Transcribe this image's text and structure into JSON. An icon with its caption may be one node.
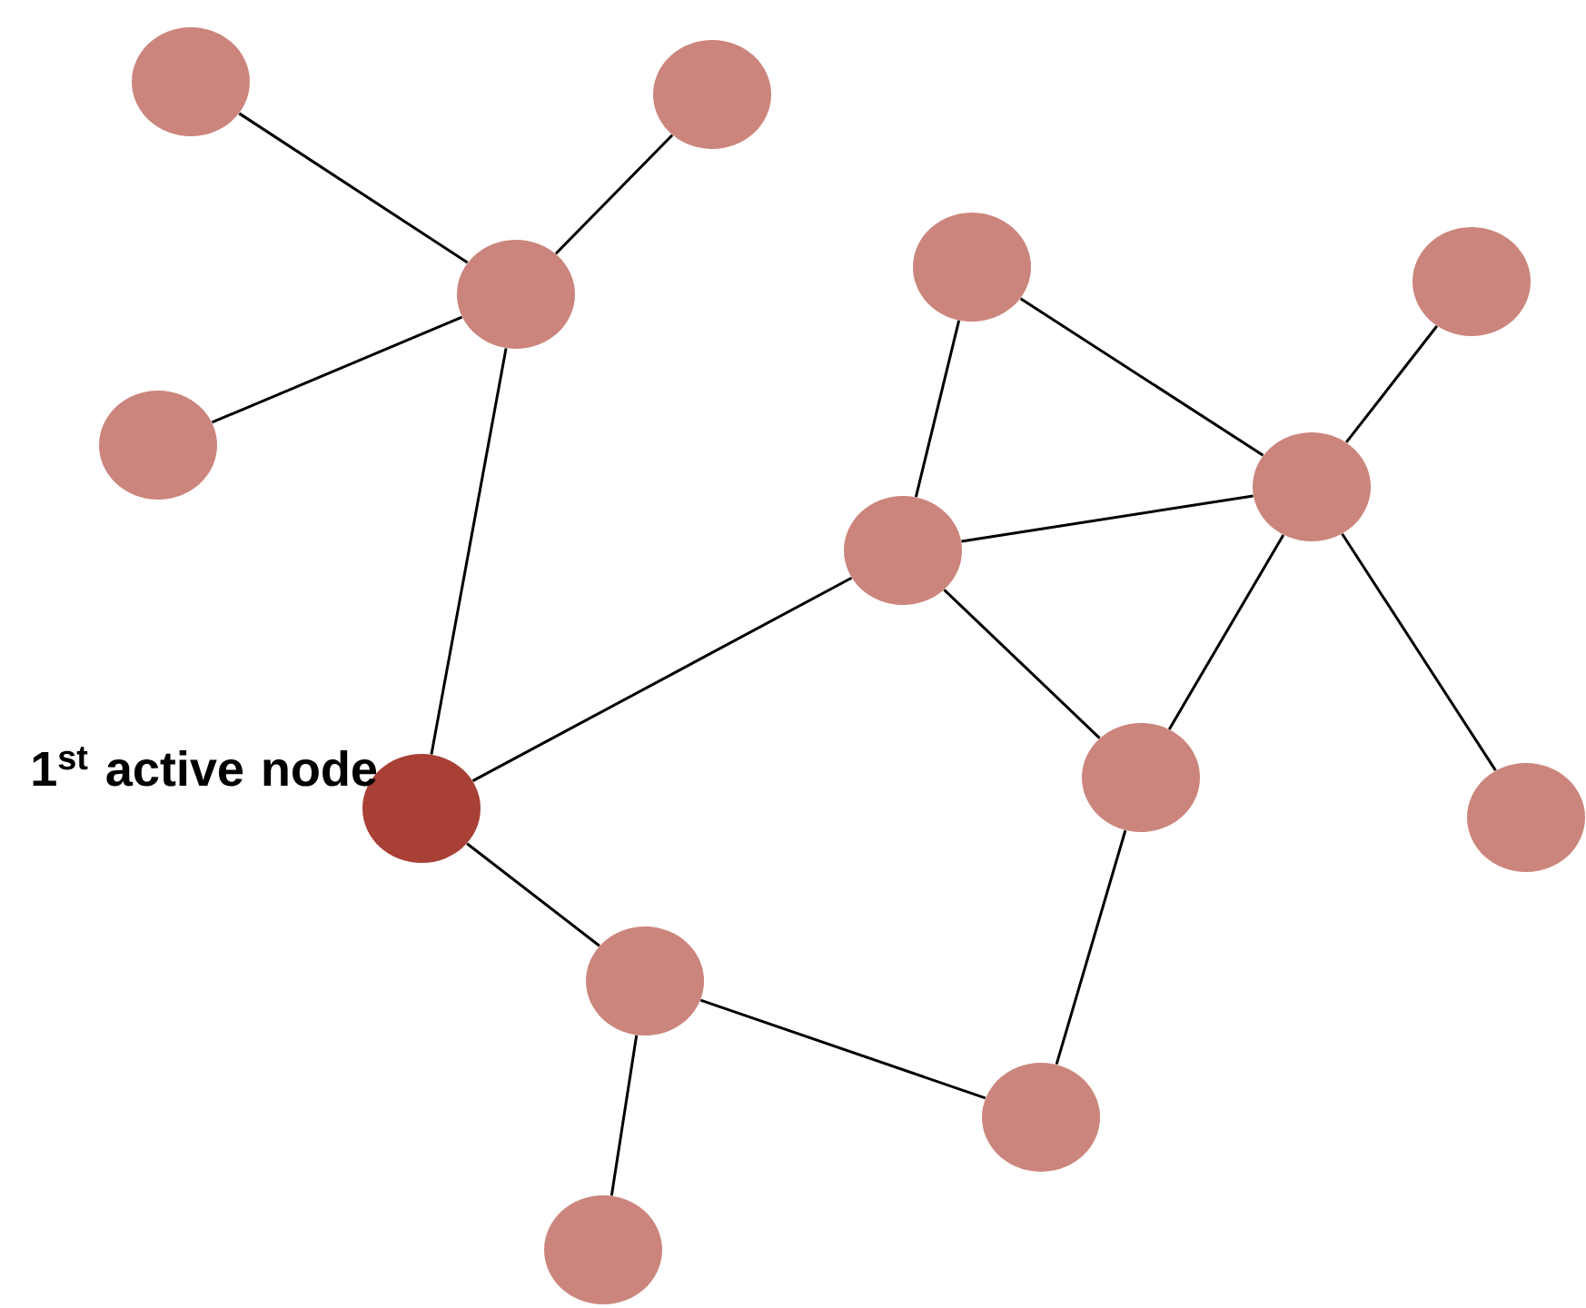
{
  "diagram": {
    "nodes": [
      {
        "text": [],
        "shape": "circle"
      },
      {
        "text": [],
        "shape": "circle"
      },
      {
        "text": [],
        "shape": "circle"
      },
      {
        "text": [],
        "shape": "circle"
      },
      {
        "text": [],
        "shape": "circle"
      },
      {
        "text": [],
        "shape": "circle"
      },
      {
        "text": [],
        "shape": "circle"
      },
      {
        "text": [],
        "shape": "circle"
      },
      {
        "text": [],
        "shape": "circle",
        "beside": [
          "1$^{st}$ active node"
        ]
      },
      {
        "text": [],
        "shape": "circle"
      },
      {
        "text": [],
        "shape": "circle"
      },
      {
        "text": [],
        "shape": "circle"
      },
      {
        "text": [],
        "shape": "circle"
      },
      {
        "text": [],
        "shape": "circle"
      }
    ],
    "edges": [
      {
        "from": 0,
        "to": 2,
        "arrow": "none"
      },
      {
        "from": 1,
        "to": 2,
        "arrow": "none"
      },
      {
        "from": 3,
        "to": 2,
        "arrow": "none"
      },
      {
        "from": 2,
        "to": 8,
        "arrow": "none"
      },
      {
        "from": 8,
        "to": 7,
        "arrow": "none"
      },
      {
        "from": 8,
        "to": 11,
        "arrow": "none"
      },
      {
        "from": 4,
        "to": 7,
        "arrow": "none"
      },
      {
        "from": 4,
        "to": 6,
        "arrow": "none"
      },
      {
        "from": 5,
        "to": 6,
        "arrow": "none"
      },
      {
        "from": 7,
        "to": 6,
        "arrow": "none"
      },
      {
        "from": 7,
        "to": 9,
        "arrow": "none"
      },
      {
        "from": 6,
        "to": 9,
        "arrow": "none"
      },
      {
        "from": 6,
        "to": 10,
        "arrow": "none"
      },
      {
        "from": 9,
        "to": 12,
        "arrow": "none"
      },
      {
        "from": 11,
        "to": 12,
        "arrow": "none"
      },
      {
        "from": 11,
        "to": 13,
        "arrow": "none"
      }
    ]
  }
}
